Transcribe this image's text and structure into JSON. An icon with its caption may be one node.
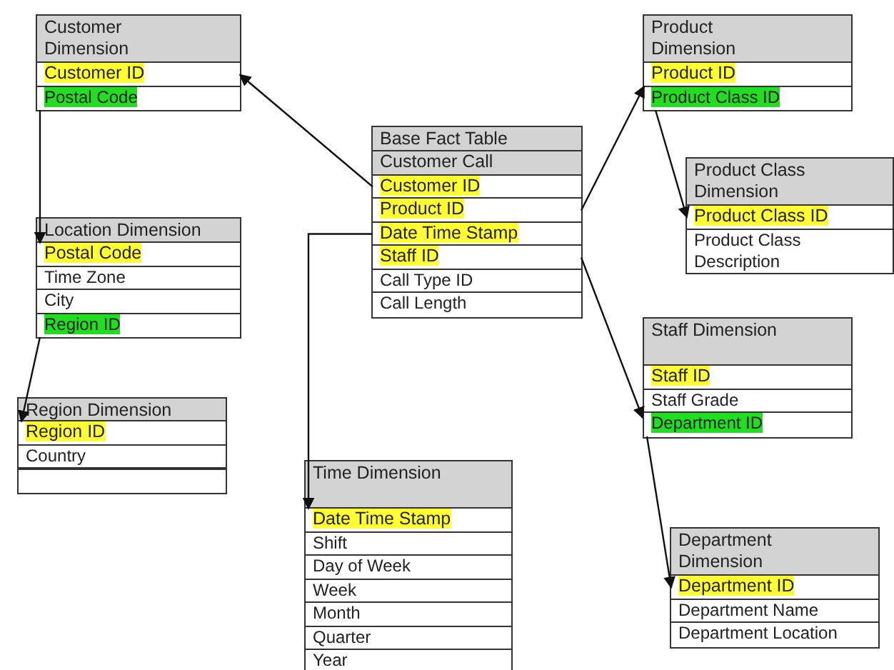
{
  "diagram": {
    "nodes": [
      {
        "text": [
          "Customer Dimension"
        ]
      },
      {
        "text": [
          "Customer ID"
        ],
        "in": 0
      },
      {
        "text": [
          "Postal Code"
        ],
        "in": 0
      },
      {
        "text": [
          "Location Dimension"
        ]
      },
      {
        "text": [
          "Postal Code"
        ],
        "in": 3
      },
      {
        "text": [
          "Time Zone"
        ],
        "in": 3
      },
      {
        "text": [
          "City"
        ],
        "in": 3
      },
      {
        "text": [
          "Region ID"
        ],
        "in": 3
      },
      {
        "text": [
          "Region Dimension"
        ]
      },
      {
        "text": [
          "Region ID"
        ],
        "in": 8
      },
      {
        "text": [
          "Country"
        ],
        "in": 8
      },
      {
        "text": [],
        "shape": "box",
        "in": 8
      },
      {
        "text": [
          "Base Fact Table"
        ]
      },
      {
        "text": [
          "Customer Call"
        ],
        "in": 12
      },
      {
        "text": [
          "Customer ID"
        ],
        "in": 12
      },
      {
        "text": [
          "Product ID"
        ],
        "in": 12
      },
      {
        "text": [
          "Date Time Stamp"
        ],
        "in": 12
      },
      {
        "text": [
          "Staff ID"
        ],
        "in": 12
      },
      {
        "text": [
          "Call Type ID"
        ],
        "in": 12
      },
      {
        "text": [
          "Call Length"
        ],
        "in": 12
      },
      {
        "text": [
          "Time Dimension"
        ]
      },
      {
        "text": [
          "Date Time Stamp"
        ],
        "in": 20
      },
      {
        "text": [
          "Shift"
        ],
        "in": 20
      },
      {
        "text": [
          "Day of Week"
        ],
        "in": 20
      },
      {
        "text": [
          "Week"
        ],
        "in": 20
      },
      {
        "text": [
          "Month"
        ],
        "in": 20
      },
      {
        "text": [
          "Quarter"
        ],
        "in": 20
      },
      {
        "text": [
          "Year"
        ],
        "in": 20
      },
      {
        "text": [
          "Product Dimension"
        ]
      },
      {
        "text": [
          "Product ID"
        ],
        "in": 28
      },
      {
        "text": [
          "Product Class ID"
        ],
        "in": 28
      },
      {
        "text": [
          "Product Class Dimension"
        ]
      },
      {
        "text": [
          "Product Class ID"
        ],
        "in": 31
      },
      {
        "text": [
          "Product Class Description"
        ],
        "in": 31
      },
      {
        "text": [
          "Staff Dimension"
        ]
      },
      {
        "text": [
          "Staff ID"
        ],
        "in": 34
      },
      {
        "text": [
          "Staff Grade"
        ],
        "in": 34
      },
      {
        "text": [
          "Department ID"
        ],
        "in": 34
      },
      {
        "text": [
          "Department Dimension"
        ]
      },
      {
        "text": [
          "Department ID"
        ],
        "in": 38
      },
      {
        "text": [
          "Department Name"
        ],
        "in": 38
      },
      {
        "text": [
          "Department Location"
        ],
        "in": 38
      }
    ],
    "edges": [
      {
        "from": 14,
        "to": 1,
        "arrow": "to"
      },
      {
        "from": 2,
        "to": 4,
        "arrow": "to"
      },
      {
        "from": 7,
        "to": 9,
        "arrow": "to"
      },
      {
        "from": 16,
        "to": 21,
        "arrow": "to"
      },
      {
        "from": 15,
        "to": 29,
        "arrow": "to"
      },
      {
        "from": 30,
        "to": 32,
        "arrow": "to"
      },
      {
        "from": 17,
        "to": 34,
        "arrow": "to"
      },
      {
        "from": 37,
        "to": 39,
        "arrow": "to"
      }
    ]
  }
}
